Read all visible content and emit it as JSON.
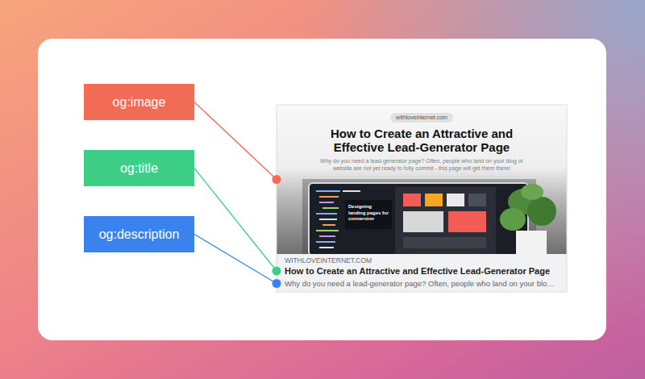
{
  "diagram": {
    "nodes": [
      {
        "text": [
          "og:image"
        ]
      },
      {
        "text": [
          "og:title"
        ]
      },
      {
        "text": [
          "og:description"
        ]
      },
      {
        "text": [
          "withloveinternet.com",
          "How to Create an Attractive and Effective Lead-Generator Page",
          "Why do you need a lead-generator page? Often, people who land on your blog or website are not yet ready to fully commit - this page will get them there!"
        ]
      },
      {
        "text": [
          "How to Create an Attractive and Effective Lead-Generator Page"
        ]
      },
      {
        "text": [
          "Why do you need a lead-generator page? Often, people who land on your blo…"
        ]
      }
    ],
    "edges": [
      {
        "from": 0,
        "to": 3,
        "arrow": "none"
      },
      {
        "from": 1,
        "to": 4,
        "arrow": "none"
      },
      {
        "from": 2,
        "to": 5,
        "arrow": "none"
      }
    ],
    "labels": [
      "WITHLOVEINTERNET.COM",
      "Designing landing pages for conversion"
    ]
  }
}
